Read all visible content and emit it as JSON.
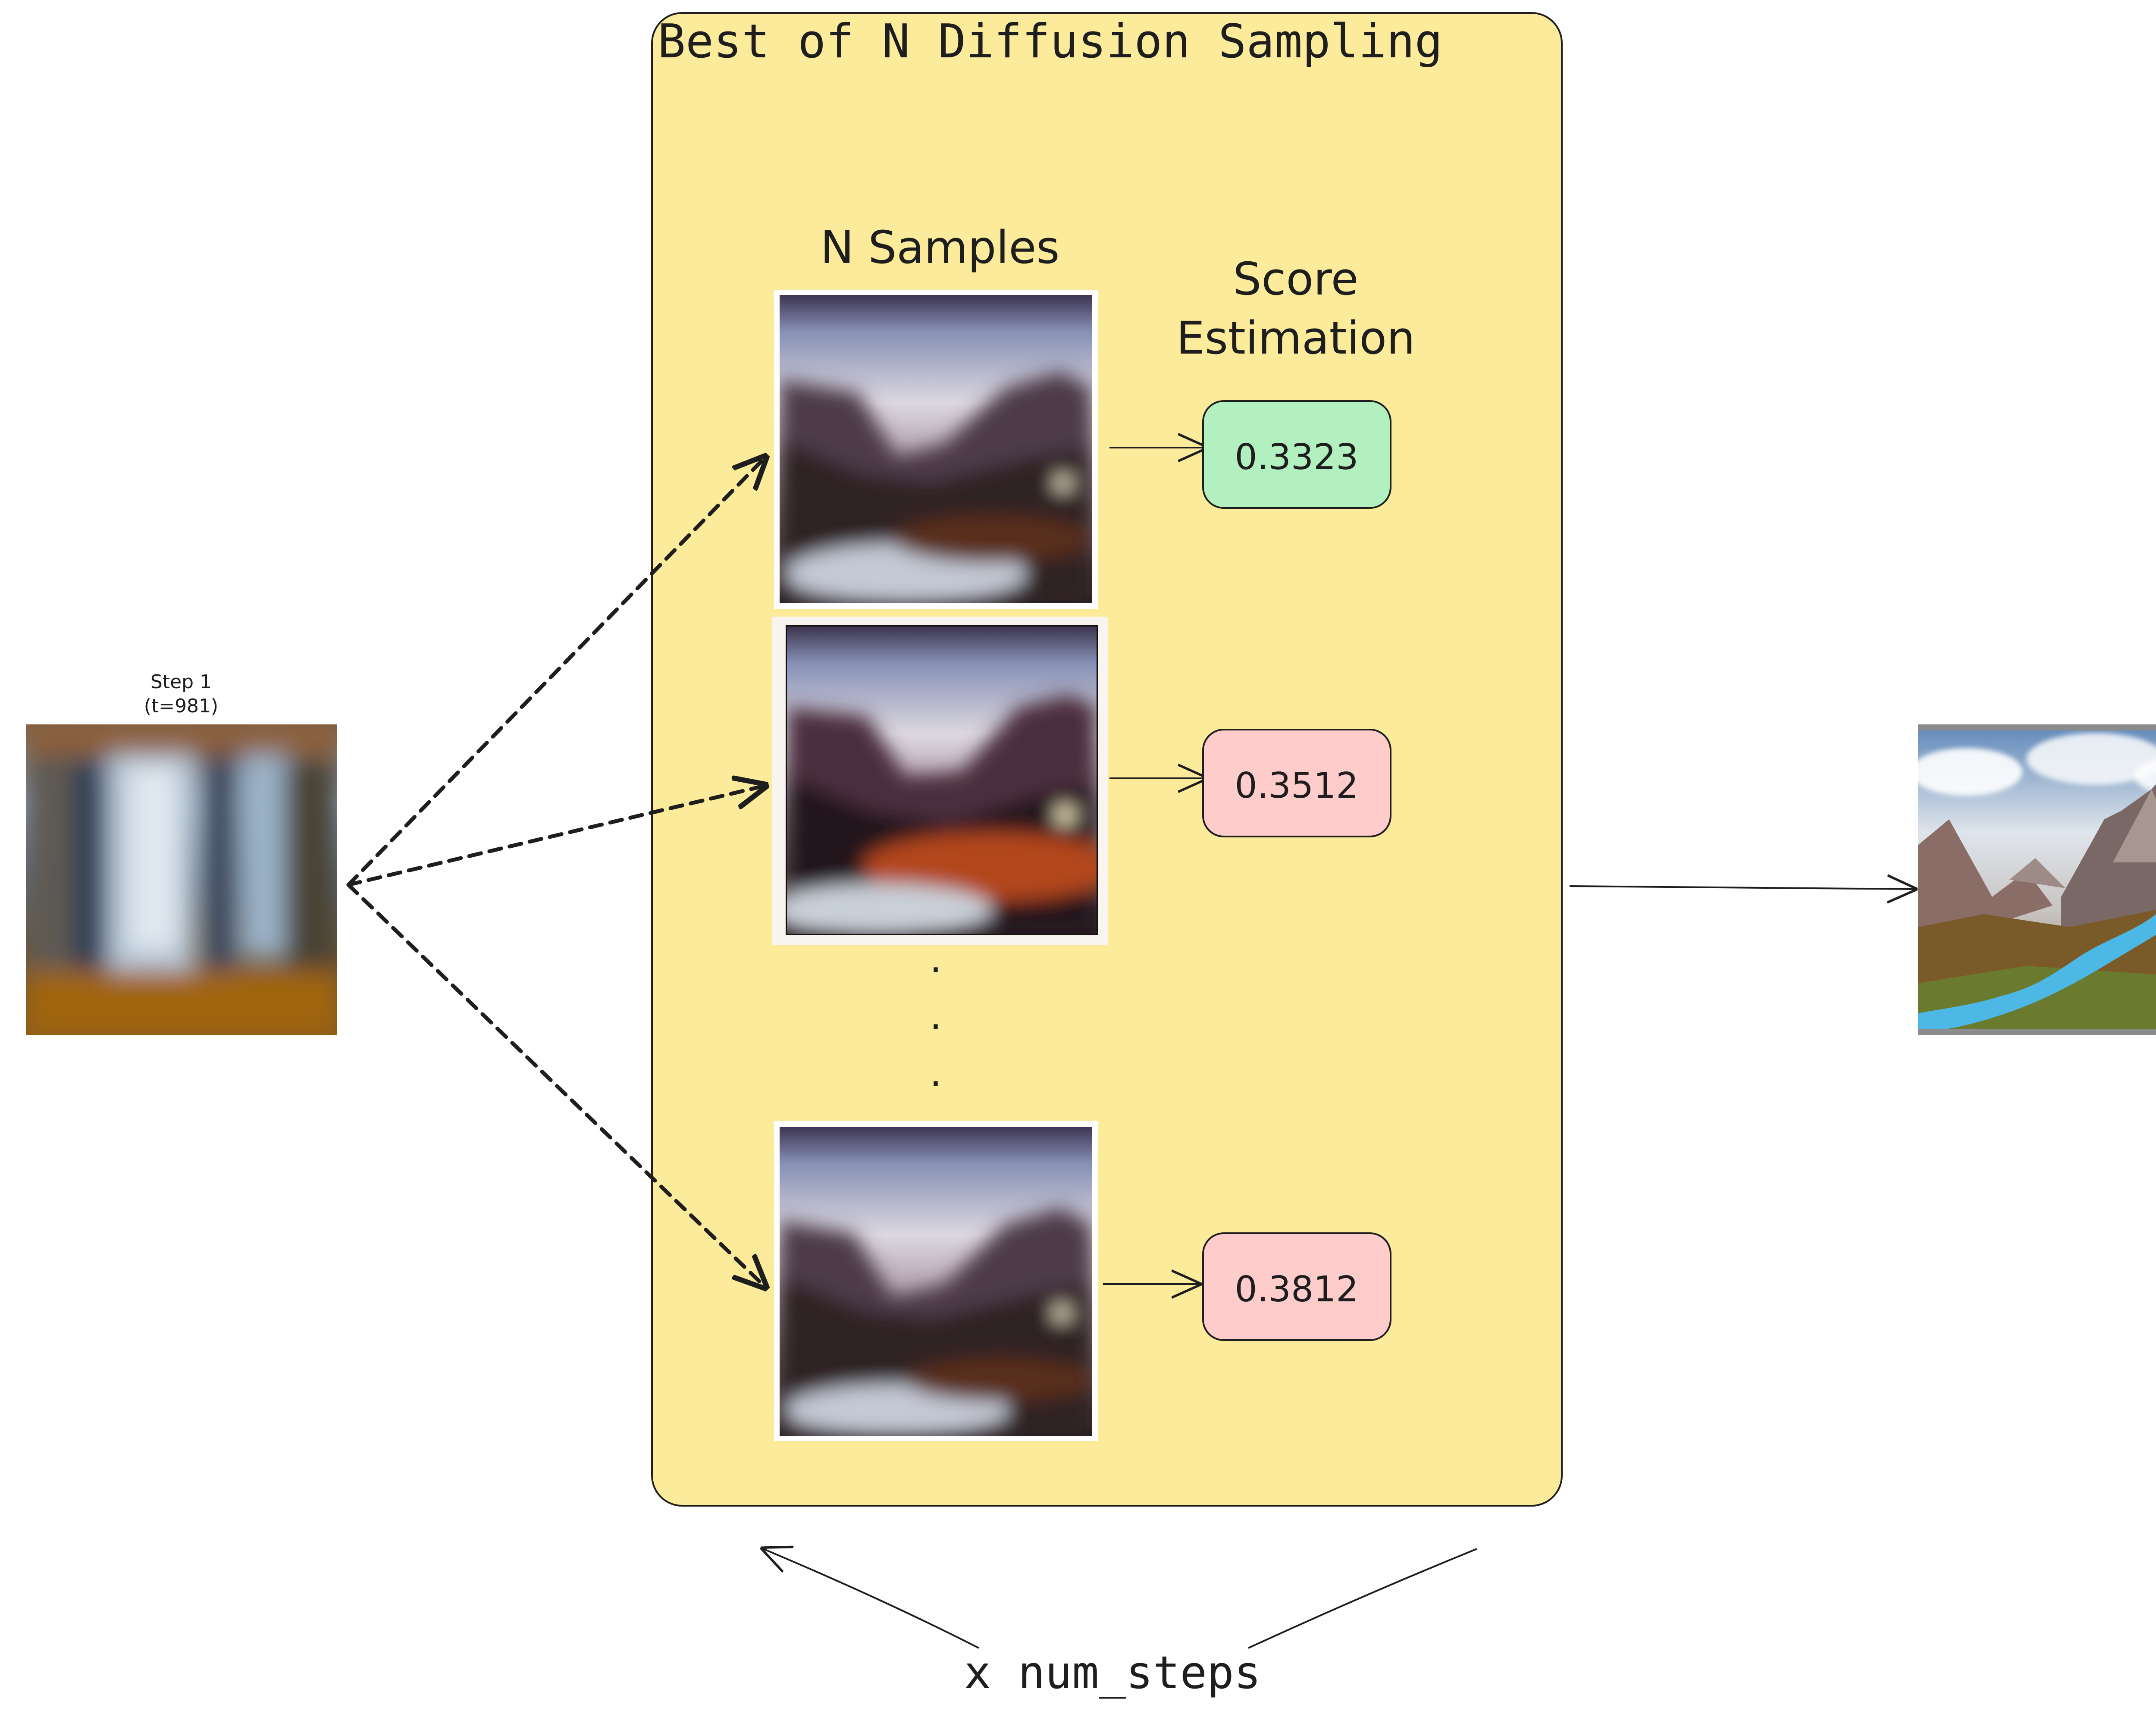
{
  "input": {
    "step_label": "Step 1",
    "t_label": "(t=981)"
  },
  "panel": {
    "title": "Best of N Diffusion Sampling",
    "samples_heading": "N Samples",
    "score_heading_line1": "Score",
    "score_heading_line2": "Estimation",
    "ellipsis": "·",
    "scores": [
      {
        "value": "0.3323",
        "color": "#b3f0bf"
      },
      {
        "value": "0.3512",
        "color": "#ffcccc"
      },
      {
        "value": "0.3812",
        "color": "#ffcccc"
      }
    ],
    "color": "#fdeb9c"
  },
  "loop": {
    "label": "x num_steps"
  }
}
